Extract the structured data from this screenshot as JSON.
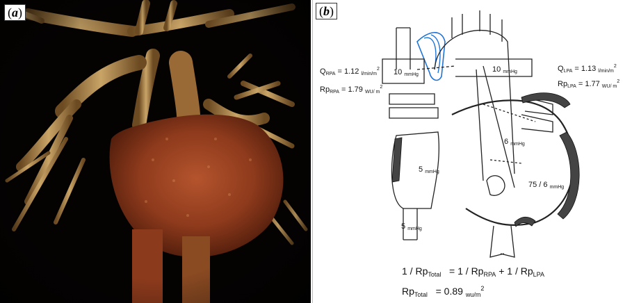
{
  "panel_a": {
    "label": "a"
  },
  "panel_b": {
    "label": "b",
    "flow_rpa": {
      "sym": "Q",
      "sub": "RPA",
      "value": "= 1.12",
      "unit": "l/min/m",
      "exp": "2"
    },
    "resist_rpa": {
      "sym": "Rp",
      "sub": "RPA",
      "value": "= 1.79",
      "unit": "WU/ m",
      "exp": "2"
    },
    "flow_lpa": {
      "sym": "Q",
      "sub": "LPA",
      "value": "= 1.13",
      "unit": "l/min/m",
      "exp": "2"
    },
    "resist_lpa": {
      "sym": "Rp",
      "sub": "LPA",
      "value": "= 1.77",
      "unit": "WU/ m",
      "exp": "2"
    },
    "pressures": {
      "rpa": {
        "value": "10",
        "unit": "mmHg"
      },
      "lpa": {
        "value": "10",
        "unit": "mmHg"
      },
      "conduit": {
        "value": "6",
        "unit": "mmHg"
      },
      "right_atrium": {
        "value": "5",
        "unit": "mmHg"
      },
      "ventricle": {
        "value": "75 / 6",
        "unit": "mmHg"
      },
      "ivc": {
        "value": "5",
        "unit": "mmHg"
      }
    },
    "formula1": {
      "lhs_prefix": "1 / Rp",
      "lhs_sub": "Total",
      "mid": "= 1 / Rp",
      "mid_sub": "RPA",
      "plus": "+ 1 / Rp",
      "plus_sub": "LPA"
    },
    "formula2": {
      "lhs": "Rp",
      "lhs_sub": "Total",
      "value": "= 0.89",
      "unit": "wu/m",
      "exp": "2"
    }
  }
}
